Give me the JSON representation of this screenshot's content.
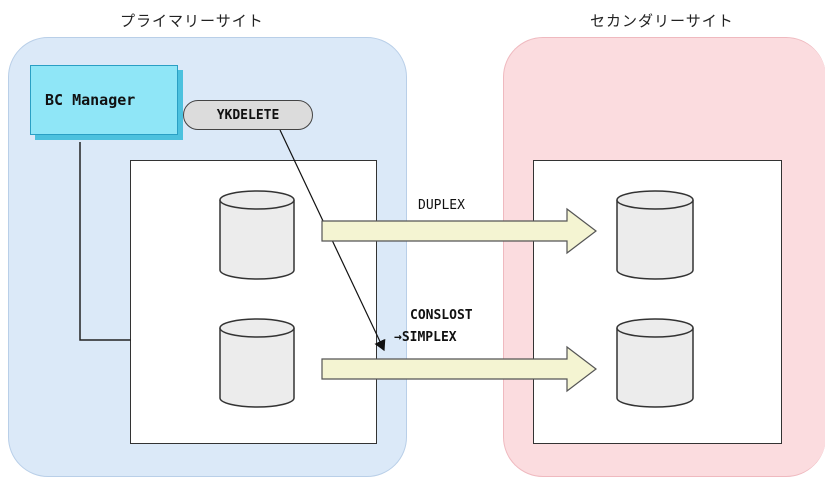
{
  "sites": {
    "primary": {
      "label": "プライマリーサイト"
    },
    "secondary": {
      "label": "セカンダリーサイト"
    }
  },
  "bc_manager": {
    "label": "BC Manager"
  },
  "command": {
    "label": "YKDELETE"
  },
  "pairs": [
    {
      "state_lines": [
        "DUPLEX"
      ]
    },
    {
      "state_lines": [
        "CONSLOST",
        "→SIMPLEX"
      ]
    }
  ],
  "colors": {
    "primary_bg": "#dbe9f8",
    "secondary_bg": "#fbdcdf",
    "bc_manager_fill": "#8fe6f7",
    "arrow_fill": "#f4f4d2"
  }
}
